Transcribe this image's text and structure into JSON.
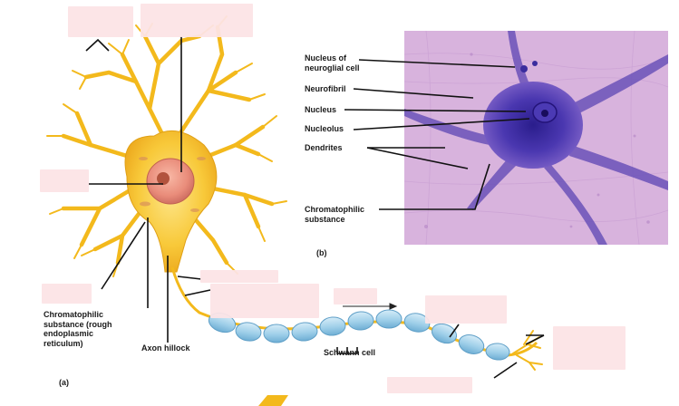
{
  "micrograph_labels": {
    "neuroglial_nucleus": "Nucleus of\nneuroglial cell",
    "neurofibril": "Neurofibril",
    "nucleus": "Nucleus",
    "nucleolus": "Nucleolus",
    "dendrites": "Dendrites",
    "chromatophilic": "Chromatophilic\nsubstance"
  },
  "diagram_labels": {
    "chromatophilic_rough_er": "Chromatophilic\nsubstance (rough\nendoplasmic\nreticulum)",
    "axon_hillock": "Axon hillock",
    "schwann_cell": "Schwann cell"
  },
  "panels": {
    "a": "(a)",
    "b": "(b)"
  },
  "colors": {
    "neuron_fill": "#f6c22a",
    "neuron_edge": "#d89a10",
    "myelin": "#a9d6ee",
    "micrograph_bg": "#d7b2dc",
    "stain_dark": "#3b2aa0",
    "label_mask": "#fce3e6"
  }
}
